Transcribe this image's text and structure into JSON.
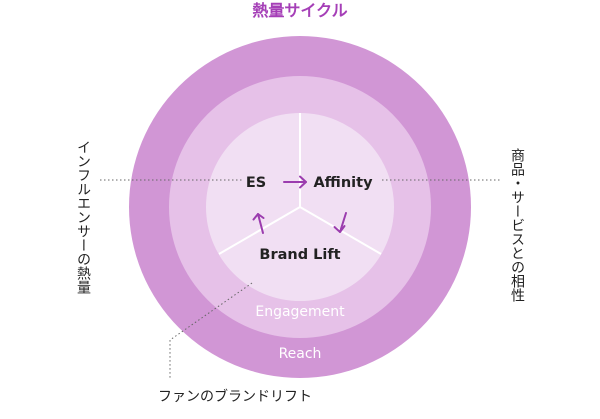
{
  "title": "熱量サイクル",
  "rings": {
    "outer_label": "Reach",
    "middle_label": "Engagement"
  },
  "core": {
    "es": "ES",
    "affinity": "Affinity",
    "brand_lift": "Brand Lift"
  },
  "side_labels": {
    "left": "インフルエンサーの熱量",
    "right": "商品・サービスとの相性",
    "bottom": "ファンのブランドリフト"
  },
  "colors": {
    "title": "#a53fb7",
    "outer_ring": "#d196d5",
    "middle_ring": "#e6c1e8",
    "inner_circle": "#f1dff3",
    "ring_text": "#ffffff",
    "arrow": "#9b3cae",
    "core_text": "#222222",
    "leader_line": "#666666"
  }
}
